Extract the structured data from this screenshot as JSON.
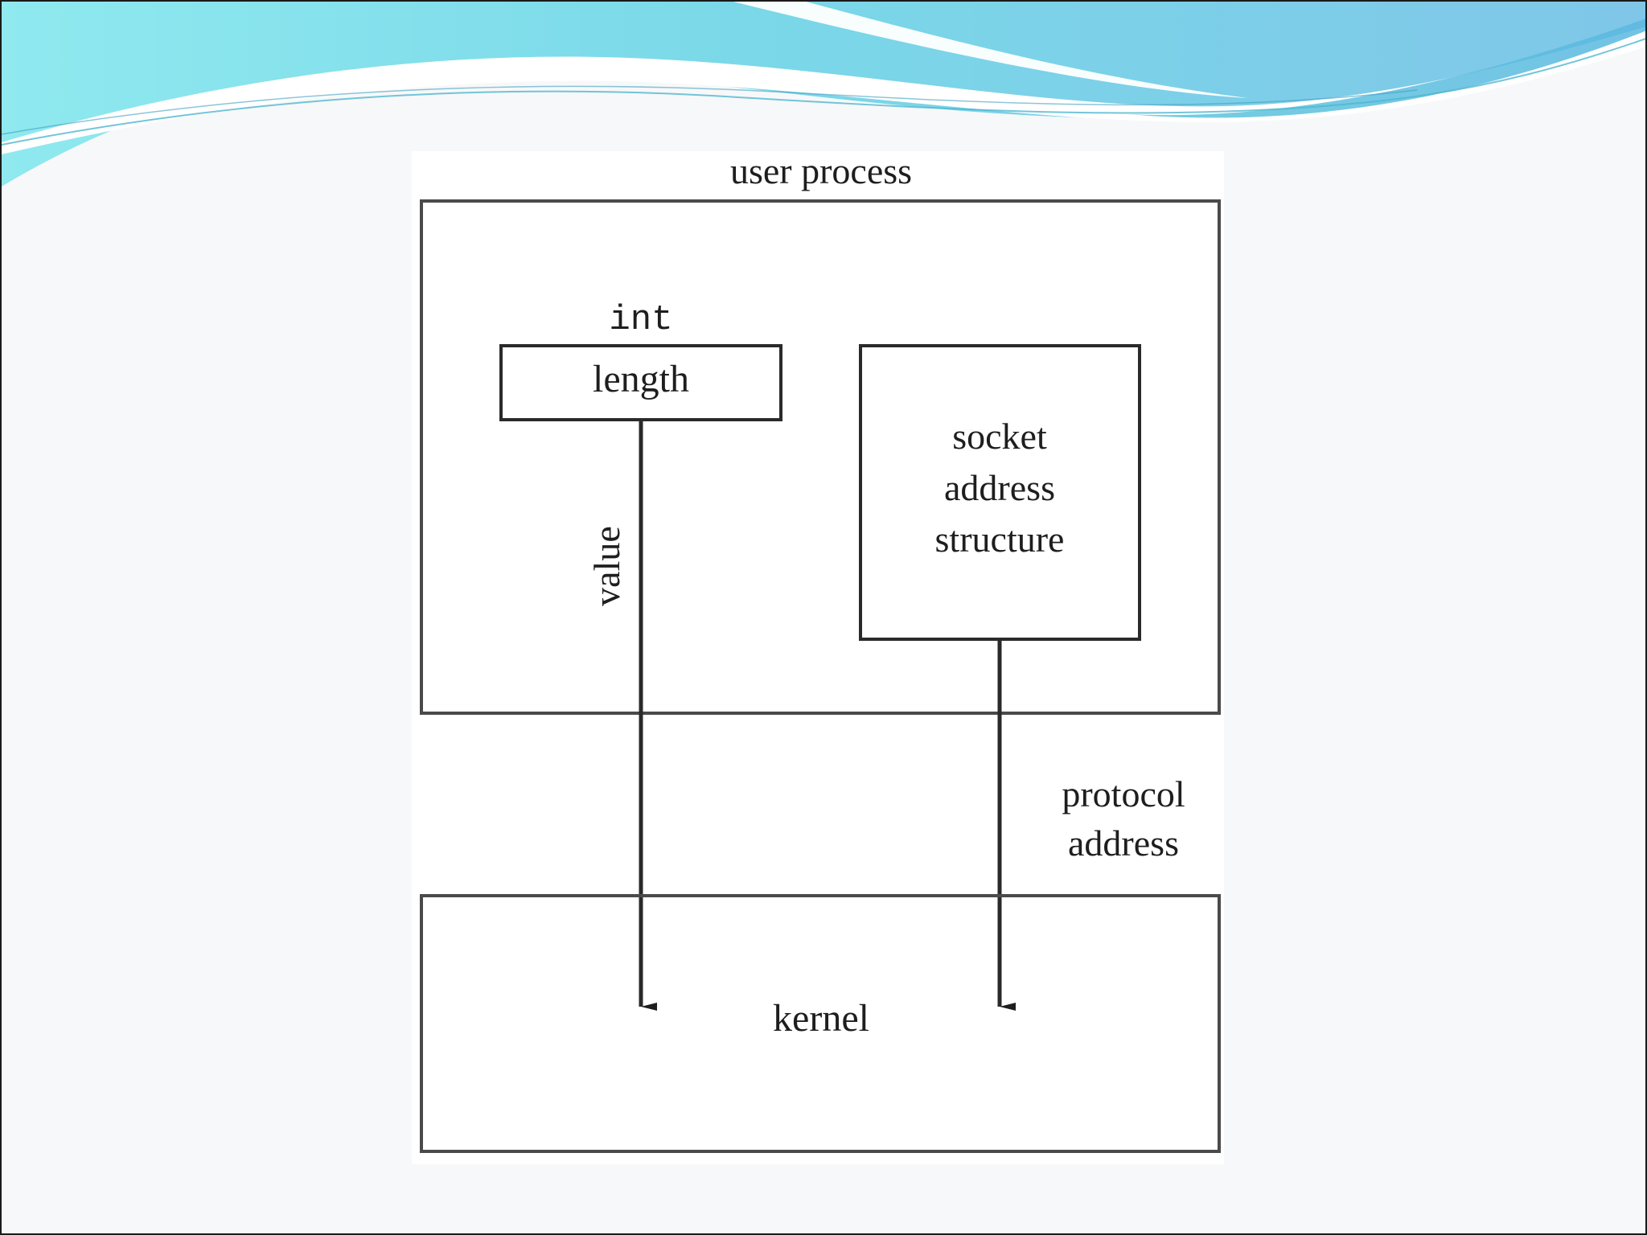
{
  "diagram": {
    "user_process_label": "user process",
    "int_label": "int",
    "length_label": "length",
    "value_label": "value",
    "socket_label_lines": [
      "socket",
      "address",
      "structure"
    ],
    "protocol_label_lines": [
      "protocol",
      "address"
    ],
    "kernel_label": "kernel"
  },
  "colors": {
    "wave_light": "#8fe6ee",
    "wave_mid": "#5cc8de",
    "wave_dark": "#3aa7c9",
    "wave_right": "#7fcbe8",
    "stroke": "#4a4a4a",
    "background": "#f7f8f9"
  }
}
